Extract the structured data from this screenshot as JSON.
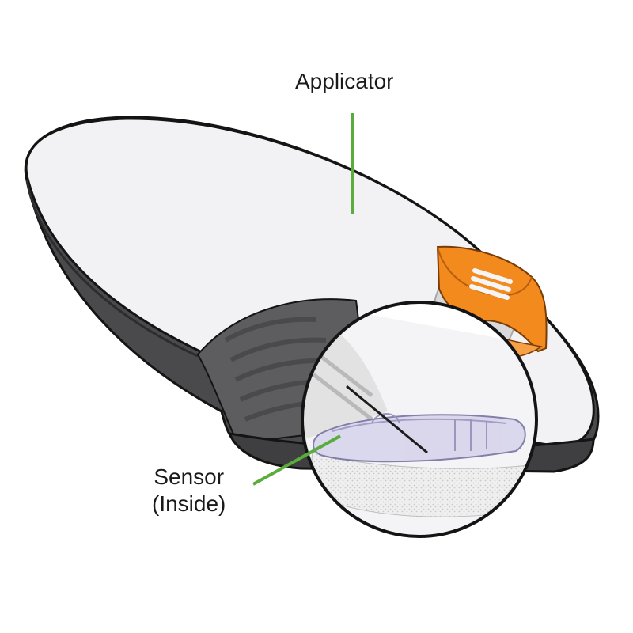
{
  "labels": {
    "applicator": "Applicator",
    "sensor_line1": "Sensor",
    "sensor_line2": "(Inside)"
  },
  "colors": {
    "leader_line": "#5aac3c",
    "applicator_top": "#f2f2f4",
    "applicator_body": "#4a4a4c",
    "applicator_underside": "#5d5d60",
    "orange_tab": "#f28a1e",
    "outline": "#141414",
    "sensor_fill": "#d9d6ec"
  }
}
